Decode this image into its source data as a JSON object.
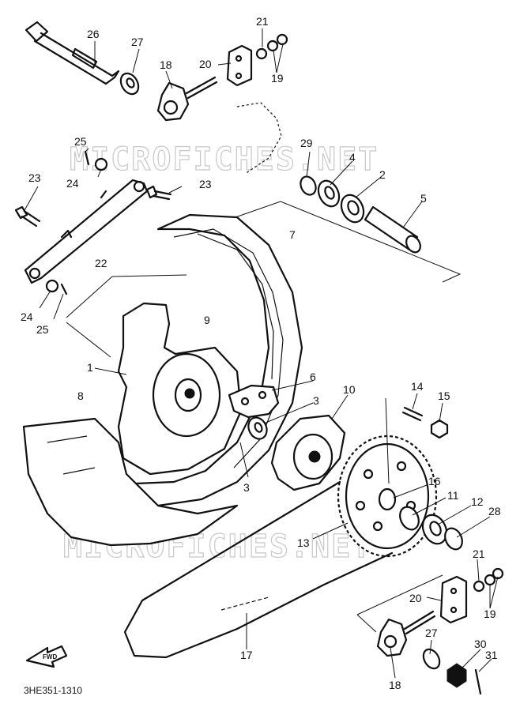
{
  "diagram": {
    "catalog_code": "3HE351-1310",
    "watermark": "MICROFICHES.NET",
    "fwd_label": "FWD",
    "callouts": [
      {
        "id": "c1",
        "label": "1"
      },
      {
        "id": "c2",
        "label": "2"
      },
      {
        "id": "c3a",
        "label": "3"
      },
      {
        "id": "c3b",
        "label": "3"
      },
      {
        "id": "c4",
        "label": "4"
      },
      {
        "id": "c5",
        "label": "5"
      },
      {
        "id": "c6",
        "label": "6"
      },
      {
        "id": "c7",
        "label": "7"
      },
      {
        "id": "c8",
        "label": "8"
      },
      {
        "id": "c9",
        "label": "9"
      },
      {
        "id": "c10",
        "label": "10"
      },
      {
        "id": "c11",
        "label": "11"
      },
      {
        "id": "c12",
        "label": "12"
      },
      {
        "id": "c13",
        "label": "13"
      },
      {
        "id": "c14",
        "label": "14"
      },
      {
        "id": "c15",
        "label": "15"
      },
      {
        "id": "c16",
        "label": "16"
      },
      {
        "id": "c17",
        "label": "17"
      },
      {
        "id": "c18a",
        "label": "18"
      },
      {
        "id": "c18b",
        "label": "18"
      },
      {
        "id": "c19a",
        "label": "19"
      },
      {
        "id": "c19b",
        "label": "19"
      },
      {
        "id": "c20a",
        "label": "20"
      },
      {
        "id": "c20b",
        "label": "20"
      },
      {
        "id": "c21a",
        "label": "21"
      },
      {
        "id": "c21b",
        "label": "21"
      },
      {
        "id": "c22",
        "label": "22"
      },
      {
        "id": "c23a",
        "label": "23"
      },
      {
        "id": "c23b",
        "label": "23"
      },
      {
        "id": "c24a",
        "label": "24"
      },
      {
        "id": "c24b",
        "label": "24"
      },
      {
        "id": "c25a",
        "label": "25"
      },
      {
        "id": "c25b",
        "label": "25"
      },
      {
        "id": "c26",
        "label": "26"
      },
      {
        "id": "c27a",
        "label": "27"
      },
      {
        "id": "c27b",
        "label": "27"
      },
      {
        "id": "c28",
        "label": "28"
      },
      {
        "id": "c29",
        "label": "29"
      },
      {
        "id": "c30",
        "label": "30"
      },
      {
        "id": "c31",
        "label": "31"
      }
    ]
  }
}
